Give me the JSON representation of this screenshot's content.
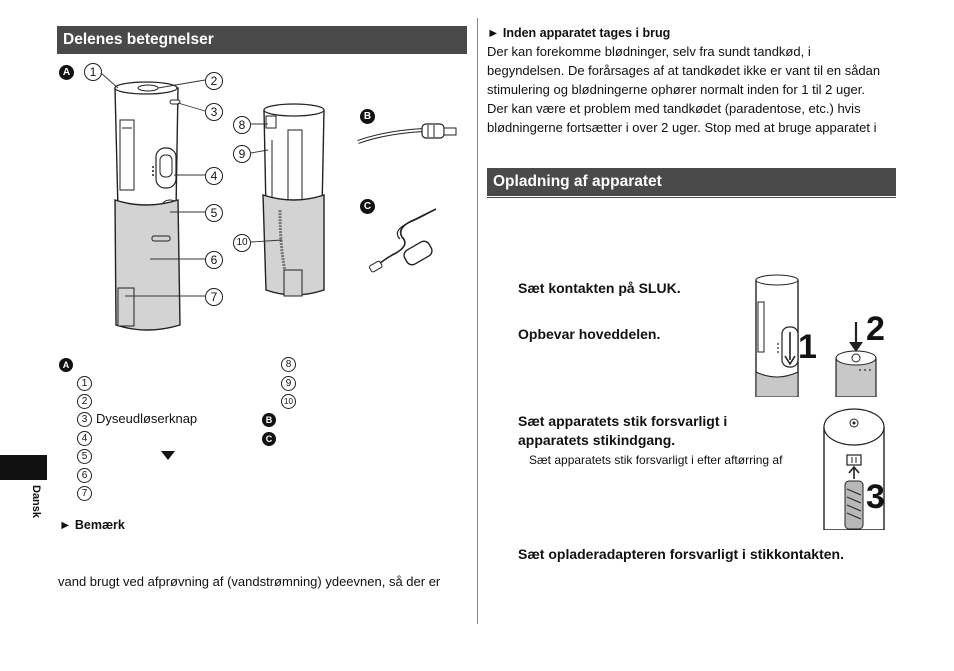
{
  "left": {
    "section_title": "Delenes betegnelser",
    "fig_label_a": "A",
    "fig_label_b": "B",
    "fig_label_c": "C",
    "callouts": [
      "1",
      "2",
      "3",
      "4",
      "5",
      "6",
      "7",
      "8",
      "9",
      "10"
    ],
    "legend_a_label": "A",
    "legend_left": [
      {
        "num": "1",
        "text": ""
      },
      {
        "num": "2",
        "text": ""
      },
      {
        "num": "3",
        "text": "Dyseudløserknap"
      },
      {
        "num": "4",
        "text": ""
      },
      {
        "num": "5",
        "text": ""
      },
      {
        "num": "6",
        "text": ""
      },
      {
        "num": "7",
        "text": ""
      }
    ],
    "legend_right": [
      {
        "num": "8",
        "text": ""
      },
      {
        "num": "9",
        "text": ""
      },
      {
        "num": "10",
        "text": ""
      }
    ],
    "legend_b": "B",
    "legend_c": "C",
    "note_heading": "► Bemærk",
    "note_text": "vand brugt ved afprøvning af (vandstrømning) ydeevnen, så der er"
  },
  "right": {
    "before_use_heading": "► Inden apparatet tages i brug",
    "before_use_lines": [
      "Der kan forekomme blødninger, selv fra sundt tandkød, i",
      "begyndelsen. De forårsages af at tandkødet ikke er vant til en sådan",
      "stimulering og blødningerne ophører normalt inden for 1 til 2 uger.",
      "Der kan være et problem med tandkødet (paradentose, etc.) hvis",
      "blødningerne fortsætter i over 2 uger. Stop med at bruge apparatet i"
    ],
    "charging_title": "Opladning af apparatet",
    "step1": "Sæt kontakten på SLUK.",
    "step2": "Opbevar hoveddelen.",
    "step3_line1": "Sæt apparatets stik forsvarligt i",
    "step3_line2": "apparatets stikindgang.",
    "step3_sub": "Sæt apparatets stik forsvarligt i efter aftørring af",
    "step4": "Sæt opladeradapteren forsvarligt i stikkontakten.",
    "fig_step_labels": [
      "1",
      "2",
      "3"
    ]
  },
  "side_tab_label": "Dansk"
}
